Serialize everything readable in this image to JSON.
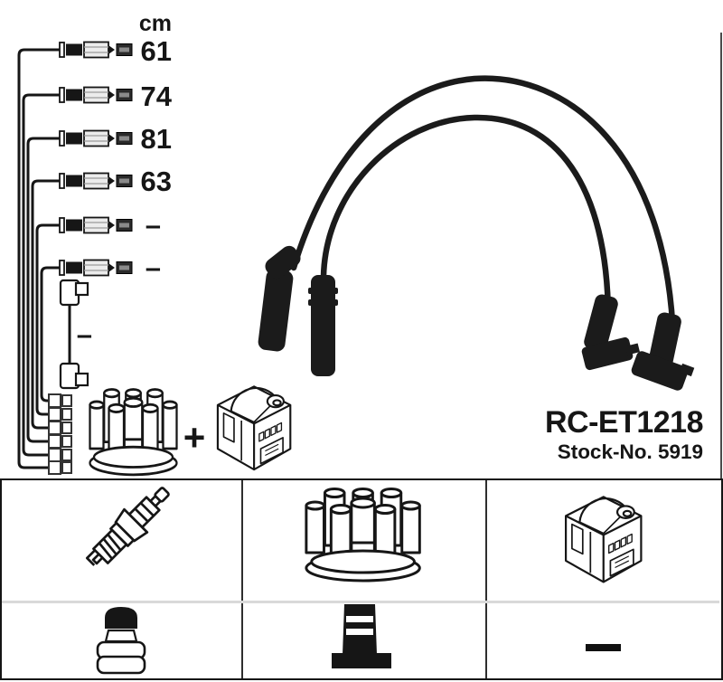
{
  "product": {
    "part_number": "RC-ET1218",
    "stock_no": "Stock-No. 5919"
  },
  "diagram": {
    "unit_header": "cm",
    "cable_lengths": [
      "61",
      "74",
      "81",
      "63",
      "–",
      "–"
    ],
    "coil_wire_length": "–",
    "plus_sign": "+"
  },
  "parts_grid": {
    "icons": [
      "spark-plug-icon",
      "distributor-cap-icon",
      "ignition-coil-icon",
      "terminal-nut-icon",
      "din-connector-icon",
      "no-part-dash-icon"
    ]
  },
  "colors": {
    "line": "#161616",
    "cable_black": "#1b1b1b",
    "divider_light": "#d9d9d9",
    "background": "#ffffff"
  }
}
